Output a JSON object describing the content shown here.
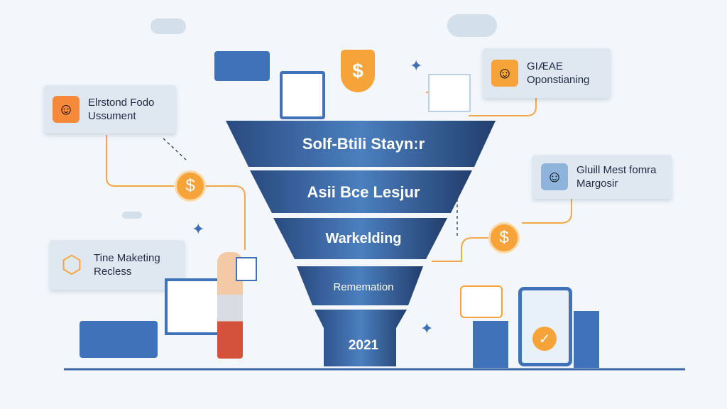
{
  "cards": {
    "top_left": {
      "line1": "Elrstond Fodo",
      "line2": "Ussument",
      "icon": "person-avatar-icon"
    },
    "top_right": {
      "line1": "GIÆAE",
      "line2": "Oponstianing",
      "icon": "woman-avatar-icon"
    },
    "mid_right": {
      "line1": "Gluill Mest fomra",
      "line2": "Margosir",
      "icon": "man-avatar-icon"
    },
    "mid_left": {
      "line1": "Tine Maketing",
      "line2": "Recless",
      "icon": "hexagon-logo-icon"
    }
  },
  "funnel": {
    "layers": [
      "Solf-Btili Staynːr",
      "Asii Bce Lesjur",
      "Warkelding",
      "Rememation",
      "2021"
    ]
  },
  "coins": {
    "symbol": "$"
  },
  "colors": {
    "funnel_dark": "#24406f",
    "funnel_light": "#4b7fbf",
    "accent": "#f6a43a",
    "card_bg": "#dfe8f0",
    "background": "#f3f7fb"
  }
}
